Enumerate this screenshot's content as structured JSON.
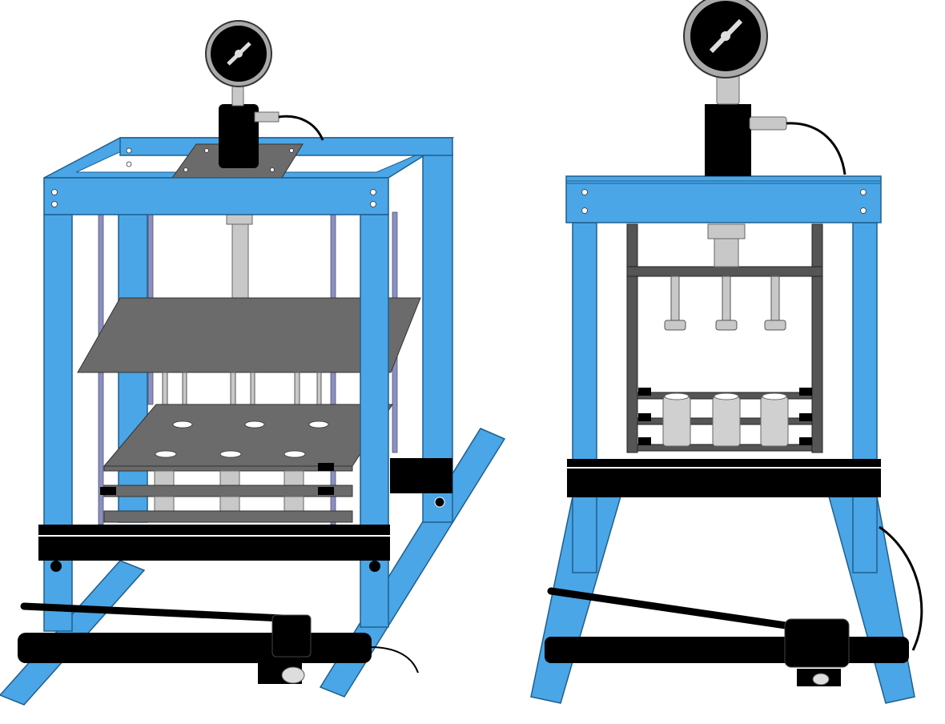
{
  "figure": {
    "panels": [
      {
        "id": "left",
        "view": "perspective"
      },
      {
        "id": "right",
        "view": "front"
      }
    ],
    "colors": {
      "frame": "#4aa6e6",
      "frame_stroke": "#1f5f8e",
      "black": "#000000",
      "plate": "#6b6b6b",
      "steel": "#c8c8c8",
      "rod": "#8a8fc8"
    }
  }
}
